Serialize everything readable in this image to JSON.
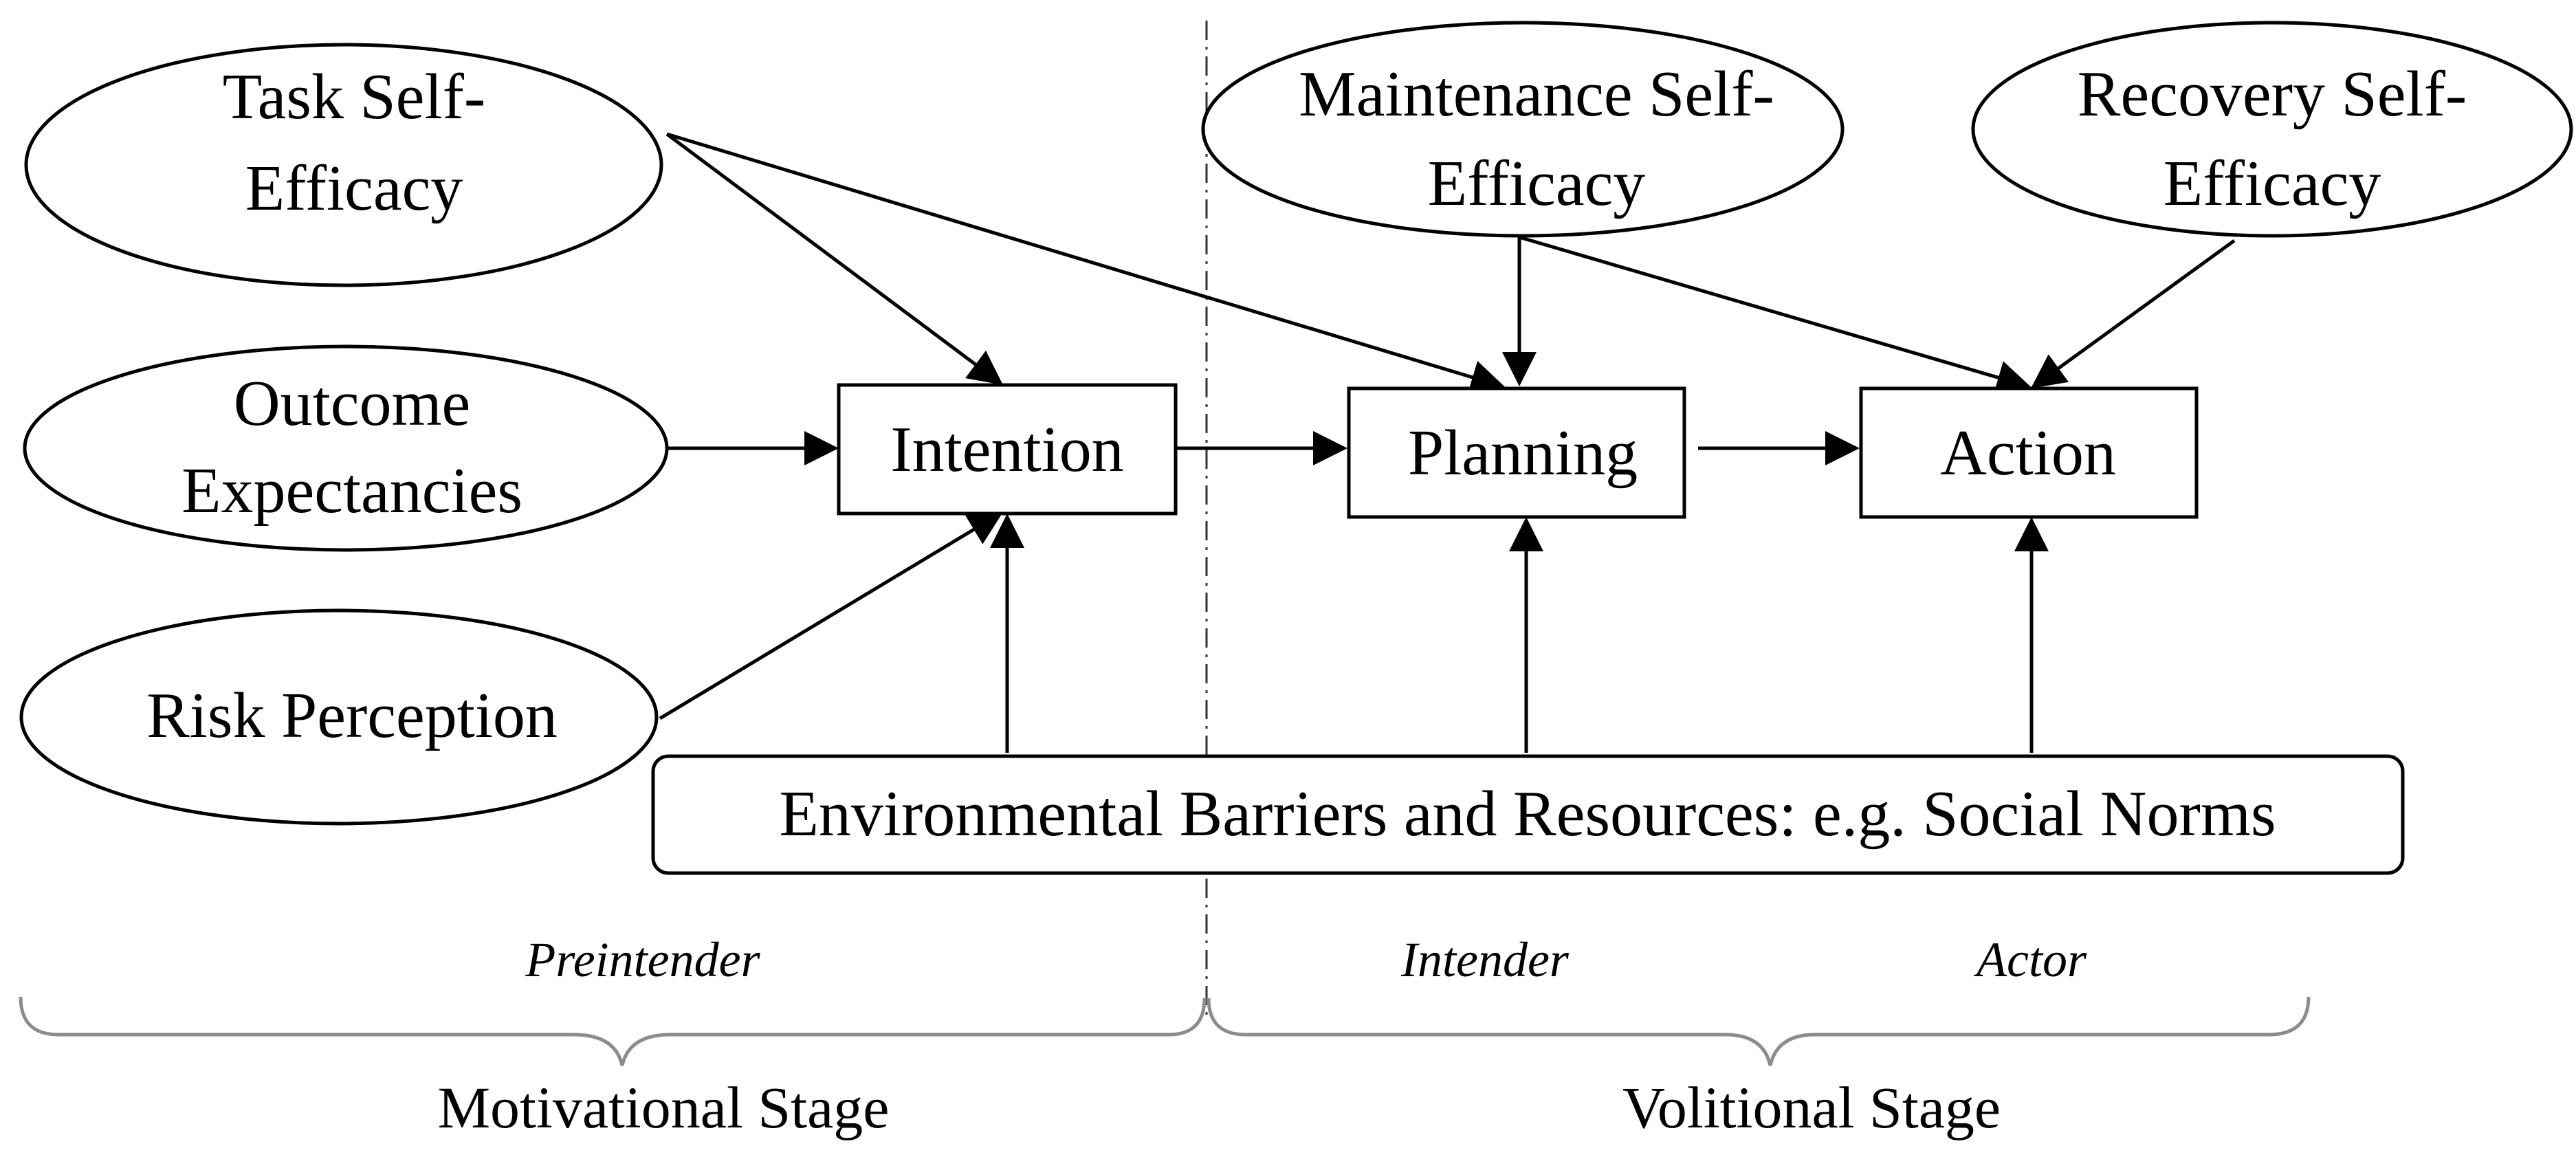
{
  "ellipses": {
    "task_self_efficacy": [
      "Task Self-",
      "Efficacy"
    ],
    "outcome_expectancies": [
      "Outcome",
      "Expectancies"
    ],
    "risk_perception": [
      "Risk Perception"
    ],
    "maintenance_self_efficacy": [
      "Maintenance Self-",
      "Efficacy"
    ],
    "recovery_self_efficacy": [
      "Recovery Self-",
      "Efficacy"
    ]
  },
  "boxes": {
    "intention": "Intention",
    "planning": "Planning",
    "action": "Action",
    "environment": "Environmental Barriers and Resources: e.g. Social Norms"
  },
  "substages": {
    "preintender": "Preintender",
    "intender": "Intender",
    "actor": "Actor"
  },
  "stages": {
    "motivational": "Motivational Stage",
    "volitional": "Volitional Stage"
  }
}
